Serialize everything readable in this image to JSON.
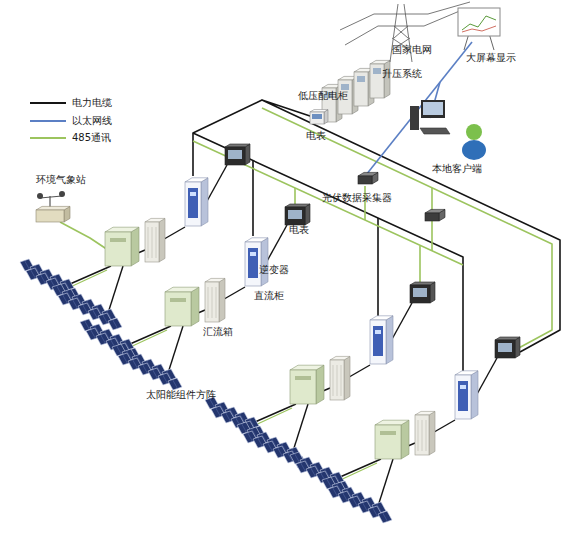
{
  "diagram": {
    "labels": [
      "国家电网",
      "大屏幕显示",
      "升压系统",
      "低压配电柜",
      "电表",
      "本地客户端",
      "环境气象站",
      "光伏数据采集器",
      "电表",
      "逆变器",
      "直流柜",
      "汇流箱",
      "太阳能组件方阵"
    ],
    "legend": [
      {
        "text": "电力电缆"
      },
      {
        "text": "以太网线"
      },
      {
        "text": "485通讯"
      }
    ]
  }
}
